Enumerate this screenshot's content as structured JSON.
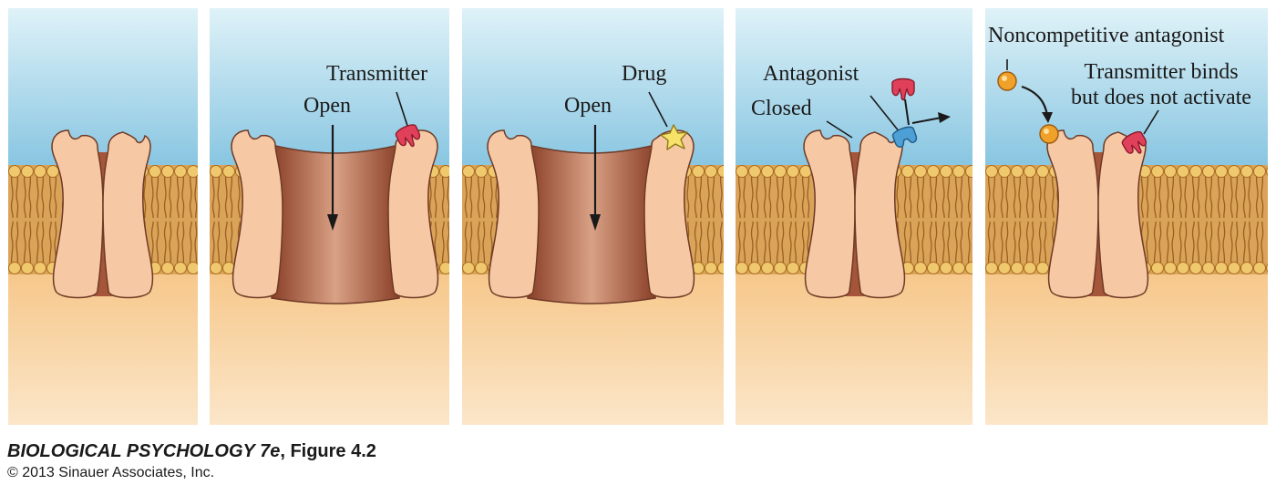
{
  "panels": [
    {
      "id": "resting",
      "labels": {}
    },
    {
      "id": "transmitter",
      "labels": {
        "open": "Open",
        "ligand": "Transmitter"
      }
    },
    {
      "id": "agonist",
      "labels": {
        "open": "Open",
        "ligand": "Drug"
      }
    },
    {
      "id": "antagonist",
      "labels": {
        "closed": "Closed",
        "ligand": "Antagonist"
      }
    },
    {
      "id": "noncompetitive",
      "labels": {
        "ligand": "Noncompetitive antagonist",
        "note_line1": "Transmitter binds",
        "note_line2": "but does not activate"
      }
    }
  ],
  "caption": {
    "book_title": "BIOLOGICAL PSYCHOLOGY 7e",
    "figure": ", Figure 4.2",
    "copyright": "© 2013 Sinauer Associates, Inc."
  },
  "colors": {
    "sky_top": "#dff2f8",
    "sky_bottom": "#7fc1df",
    "inside_top": "#f4b565",
    "inside_bottom": "#fbe6c9",
    "lipid_head": "#f0c86e",
    "lipid_tail": "#b9782a",
    "channel_subunit": "#f6c8a4",
    "pore": "#a4553a",
    "transmitter": "#e0405a",
    "drug": "#f7e36a",
    "antagonist": "#4d9fd6",
    "noncompetitive_antagonist": "#f0a12a"
  },
  "icons": [
    "arrow-down-icon",
    "arrow-right-icon",
    "curved-arrow-icon",
    "transmitter-icon",
    "drug-icon",
    "antagonist-icon",
    "noncompetitive-antagonist-icon"
  ]
}
